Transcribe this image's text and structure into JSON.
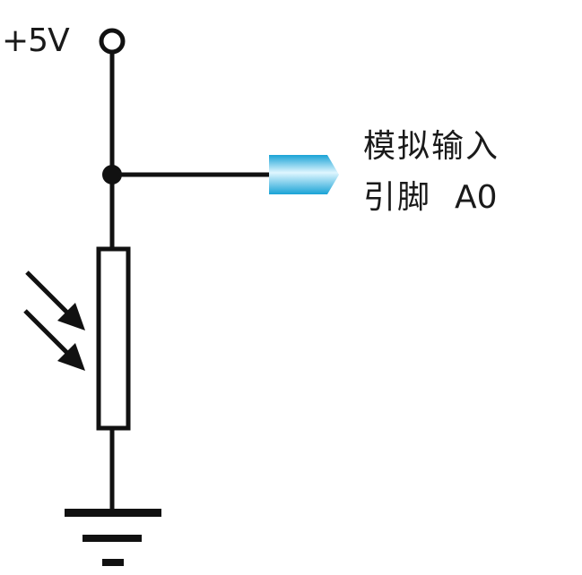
{
  "diagram": {
    "supply_label": "+5V",
    "pin_label_line1": "模拟输入",
    "pin_label_line2": "引脚",
    "pin_id": "A0",
    "colors": {
      "wire": "#111111",
      "connector_light": "#dff6ff",
      "connector_mid": "#5fd0f2",
      "connector_dark": "#1aa3d6",
      "background": "#ffffff"
    },
    "components": [
      "supply-terminal-icon",
      "junction-dot",
      "analog-input-connector-icon",
      "photoresistor-icon",
      "light-arrow-icon",
      "ground-symbol-icon"
    ]
  }
}
